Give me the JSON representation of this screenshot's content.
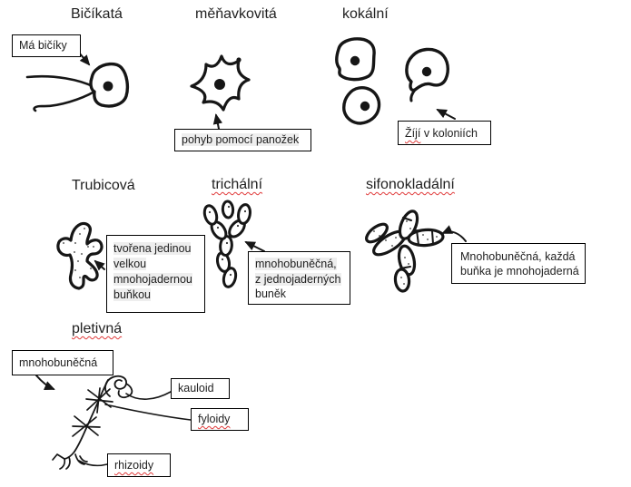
{
  "colors": {
    "background": "#ffffff",
    "ink": "#161616",
    "text": "#212121",
    "box_border": "#000000",
    "highlight": "#eeeeee",
    "squiggle": "#e03a3a"
  },
  "sections": {
    "bicikata": {
      "title": "Bičíkatá",
      "note": "Má bičíky"
    },
    "menavkovita": {
      "title": "měňavkovitá",
      "note": "pohyb pomocí panožek"
    },
    "kokalni": {
      "title": "kokální",
      "note_misspelled": "Žíjí",
      "note_rest": " v koloniích"
    },
    "trubicova": {
      "title": "Trubicová",
      "note_lines": [
        "tvořena jedinou",
        "velkou",
        "mnohojadernou",
        "buňkou"
      ]
    },
    "trichalni": {
      "title": "trichální",
      "note_lines": [
        "mnohobuněčná,",
        "z jednojaderných",
        "buněk"
      ]
    },
    "sifonokladalni": {
      "title": "sifonokladální",
      "note_lines": [
        "Mnohobuněčná, každá",
        "buňka je mnohojaderná"
      ]
    },
    "pletivna": {
      "title": "pletivná",
      "note": "mnohobuněčná",
      "labels": {
        "kauloid": "kauloid",
        "fyloidy": "fyloidy",
        "rhizoidy": "rhizoidy"
      }
    }
  }
}
